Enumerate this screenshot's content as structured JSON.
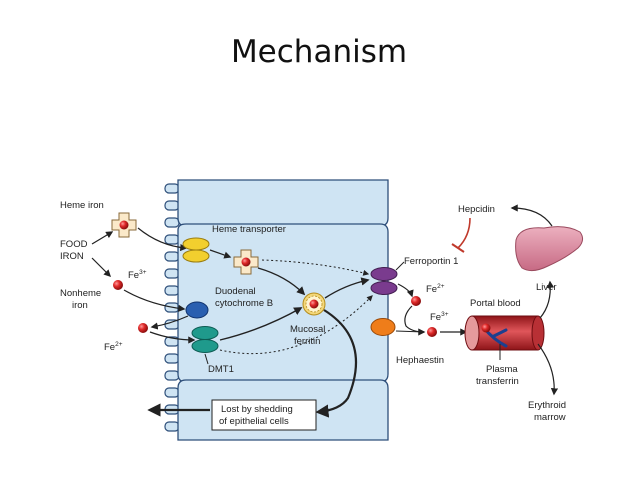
{
  "title": "Mechanism",
  "labels": {
    "heme_iron": "Heme iron",
    "food_iron_1": "FOOD",
    "food_iron_2": "IRON",
    "nonheme_1": "Nonheme",
    "nonheme_2": "iron",
    "fe3_left": "Fe",
    "fe3_left_sup": "3+",
    "fe2_left": "Fe",
    "fe2_left_sup": "2+",
    "heme_transporter": "Heme transporter",
    "duodenal_1": "Duodenal",
    "duodenal_2": "cytochrome B",
    "dmt1": "DMT1",
    "mucosal_1": "Mucosal",
    "mucosal_2": "ferritin",
    "ferroportin": "Ferroportin 1",
    "fe2_right": "Fe",
    "fe2_right_sup": "2+",
    "fe3_right": "Fe",
    "fe3_right_sup": "3+",
    "hephaestin": "Hephaestin",
    "hepcidin": "Hepcidin",
    "liver": "Liver",
    "portal_blood": "Portal blood",
    "plasma_1": "Plasma",
    "plasma_2": "transferrin",
    "erythroid_1": "Erythroid",
    "erythroid_2": "marrow",
    "lost_1": "Lost by shedding",
    "lost_2": "of epithelial cells"
  },
  "colors": {
    "cell": "#cfe4f3",
    "cell_border": "#2e4f7a",
    "heme_transporter": "#f2cf2e",
    "cytochrome_b": "#2a5fb0",
    "dmt1": "#1f9a8c",
    "ferroportin": "#7a3b8e",
    "hephaestin": "#ef7d1a",
    "iron_atom": "#cc1f1f",
    "liver": "#d98a9e",
    "vessel": "#c2272d",
    "hepcidin_arrow": "#c0392b"
  }
}
